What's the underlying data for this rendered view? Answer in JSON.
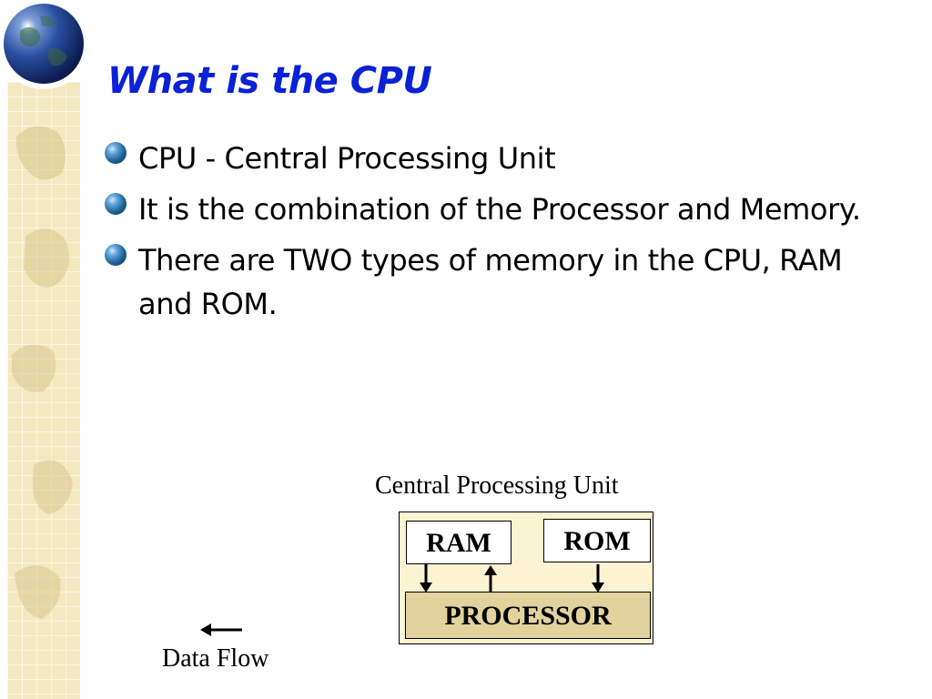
{
  "slide": {
    "title": "What is the CPU",
    "bullets": [
      "CPU - Central Processing Unit",
      "It is the combination of the Processor and Memory.",
      "There are TWO types of memory in the CPU, RAM and ROM."
    ]
  },
  "diagram": {
    "title": "Central Processing Unit",
    "ram_label": "RAM",
    "rom_label": "ROM",
    "processor_label": "PROCESSOR",
    "legend_label": "Data Flow"
  },
  "colors": {
    "title": "#0a21d6",
    "processor_fill": "#e2d29e",
    "cpu_box_fill": "#fbf3d2",
    "side_strip": "#f3e8bf"
  },
  "icons": {
    "decoration": "globe-icon",
    "bullet": "sphere-bullet-icon",
    "legend": "arrow-left-icon"
  }
}
